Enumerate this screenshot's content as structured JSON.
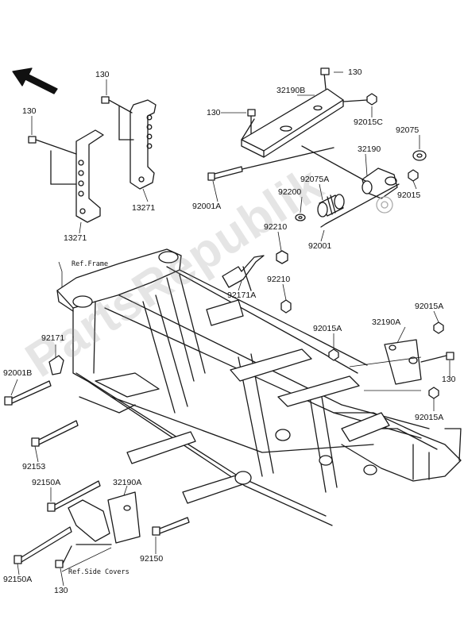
{
  "watermark": "PartsRepublik",
  "notes": {
    "ref_frame": "Ref.Frame",
    "ref_side_covers": "Ref.Side Covers"
  },
  "icons": {
    "direction_arrow": "front-direction-arrow-icon",
    "gear": "gear-icon"
  },
  "labels": [
    "130",
    "130",
    "130",
    "130",
    "130",
    "32190B",
    "92015C",
    "92075",
    "32190",
    "92075A",
    "92200",
    "92015",
    "92001A",
    "92001",
    "92210",
    "92210",
    "92171A",
    "13271",
    "13271",
    "92171",
    "92001B",
    "92153",
    "92150A",
    "92150A",
    "32190A",
    "32190A",
    "92150",
    "92015A",
    "92015A",
    "92015A"
  ]
}
